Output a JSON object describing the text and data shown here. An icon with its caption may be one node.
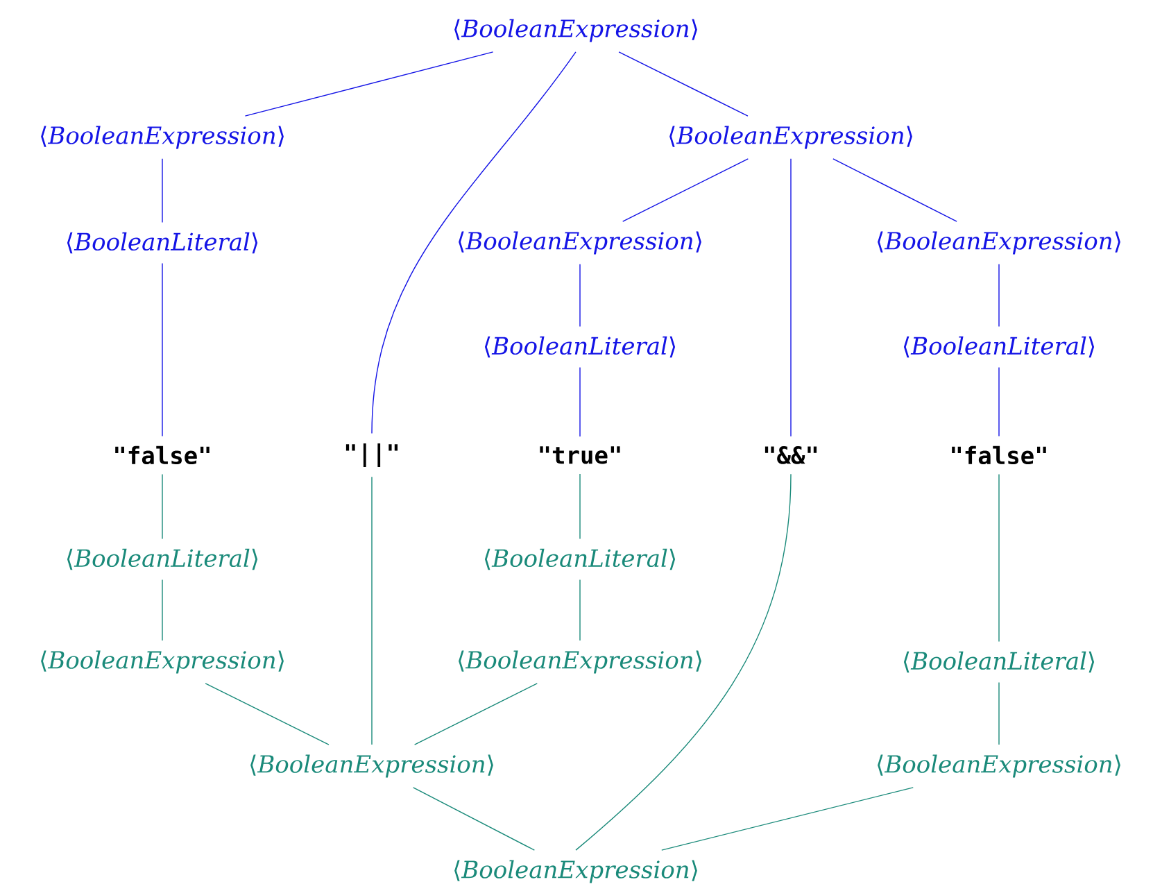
{
  "diagram": {
    "nodes": [
      {
        "text": [
          "⟨*BooleanExpression*⟩"
        ]
      },
      {
        "text": [
          "⟨*BooleanExpression*⟩"
        ]
      },
      {
        "text": [
          "⟨*BooleanExpression*⟩"
        ]
      },
      {
        "text": [
          "⟨*BooleanLiteral*⟩"
        ]
      },
      {
        "text": [
          "⟨*BooleanExpression*⟩"
        ]
      },
      {
        "text": [
          "⟨*BooleanExpression*⟩"
        ]
      },
      {
        "text": [
          "⟨*BooleanLiteral*⟩"
        ]
      },
      {
        "text": [
          "⟨*BooleanLiteral*⟩"
        ]
      },
      {
        "text": [
          "\"false\""
        ]
      },
      {
        "text": [
          "\"||\""
        ]
      },
      {
        "text": [
          "\"true\""
        ]
      },
      {
        "text": [
          "\"&&\""
        ]
      },
      {
        "text": [
          "\"false\""
        ]
      },
      {
        "text": [
          "⟨*BooleanLiteral*⟩"
        ]
      },
      {
        "text": [
          "⟨*BooleanLiteral*⟩"
        ]
      },
      {
        "text": [
          "⟨*BooleanExpression*⟩"
        ]
      },
      {
        "text": [
          "⟨*BooleanExpression*⟩"
        ]
      },
      {
        "text": [
          "⟨*BooleanLiteral*⟩"
        ]
      },
      {
        "text": [
          "⟨*BooleanExpression*⟩"
        ]
      },
      {
        "text": [
          "⟨*BooleanExpression*⟩"
        ]
      },
      {
        "text": [
          "⟨*BooleanExpression*⟩"
        ]
      }
    ],
    "edges": [
      {
        "from": 0,
        "to": 1,
        "arrow": "none"
      },
      {
        "from": 0,
        "to": 9,
        "arrow": "none"
      },
      {
        "from": 0,
        "to": 2,
        "arrow": "none"
      },
      {
        "from": 1,
        "to": 3,
        "arrow": "none"
      },
      {
        "from": 3,
        "to": 8,
        "arrow": "none"
      },
      {
        "from": 2,
        "to": 4,
        "arrow": "none"
      },
      {
        "from": 2,
        "to": 11,
        "arrow": "none"
      },
      {
        "from": 2,
        "to": 5,
        "arrow": "none"
      },
      {
        "from": 4,
        "to": 6,
        "arrow": "none"
      },
      {
        "from": 6,
        "to": 10,
        "arrow": "none"
      },
      {
        "from": 5,
        "to": 7,
        "arrow": "none"
      },
      {
        "from": 7,
        "to": 12,
        "arrow": "none"
      },
      {
        "from": 8,
        "to": 13,
        "arrow": "none",
        "color": "#1a8a7a"
      },
      {
        "from": 13,
        "to": 15,
        "arrow": "none",
        "color": "#1a8a7a"
      },
      {
        "from": 10,
        "to": 14,
        "arrow": "none",
        "color": "#1a8a7a"
      },
      {
        "from": 14,
        "to": 16,
        "arrow": "none",
        "color": "#1a8a7a"
      },
      {
        "from": 15,
        "to": 18,
        "arrow": "none",
        "color": "#1a8a7a"
      },
      {
        "from": 9,
        "to": 18,
        "arrow": "none",
        "color": "#1a8a7a"
      },
      {
        "from": 16,
        "to": 18,
        "arrow": "none",
        "color": "#1a8a7a"
      },
      {
        "from": 12,
        "to": 17,
        "arrow": "none",
        "color": "#1a8a7a"
      },
      {
        "from": 17,
        "to": 19,
        "arrow": "none",
        "color": "#1a8a7a"
      },
      {
        "from": 18,
        "to": 20,
        "arrow": "none",
        "color": "#1a8a7a"
      },
      {
        "from": 11,
        "to": 20,
        "arrow": "none",
        "color": "#1a8a7a"
      },
      {
        "from": 19,
        "to": 20,
        "arrow": "none",
        "color": "#1a8a7a"
      }
    ]
  }
}
